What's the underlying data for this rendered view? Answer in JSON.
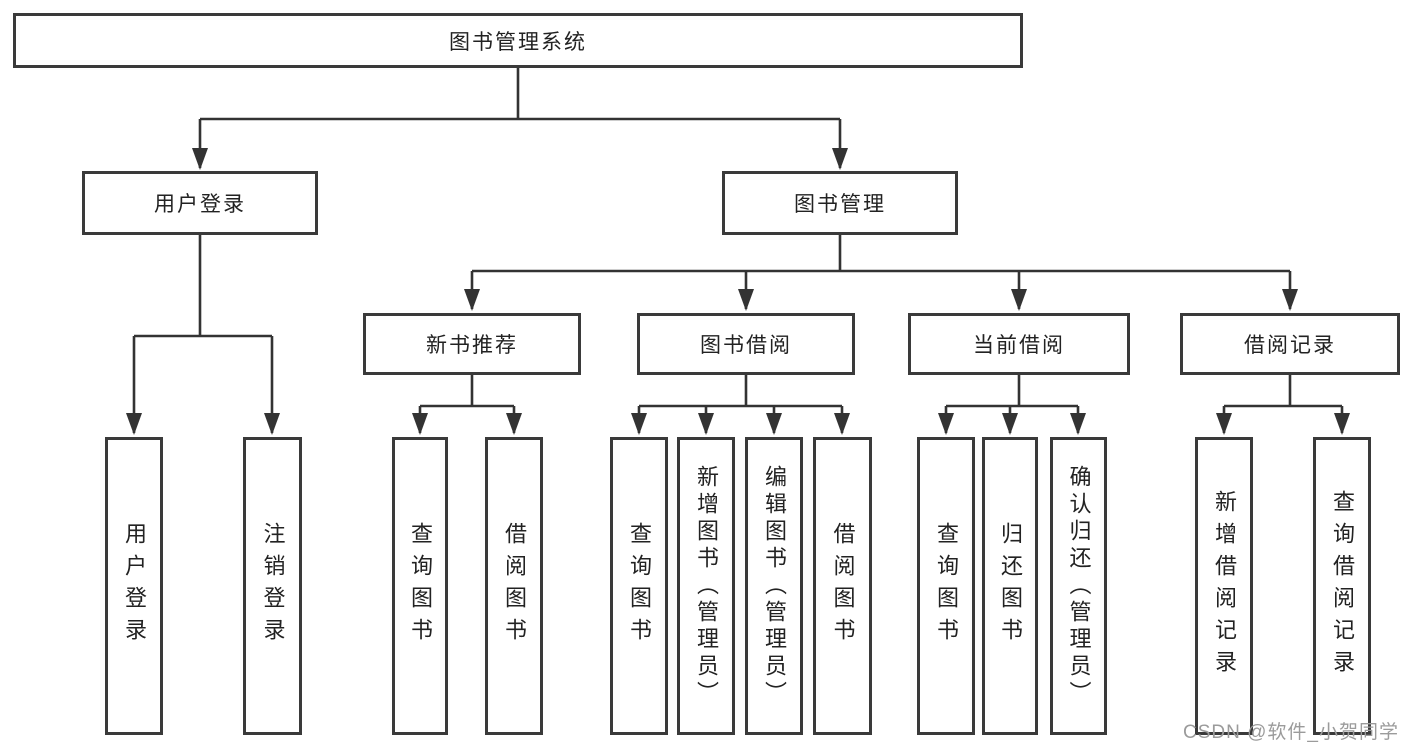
{
  "title": "图书管理系统",
  "branches": [
    {
      "label": "用户登录",
      "children": [
        "用户登录",
        "注销登录"
      ]
    },
    {
      "label": "图书管理",
      "groups": [
        {
          "label": "新书推荐",
          "children": [
            "查询图书",
            "借阅图书"
          ]
        },
        {
          "label": "图书借阅",
          "children": [
            "查询图书",
            "新增图书（管理员）",
            "编辑图书（管理员）",
            "借阅图书"
          ]
        },
        {
          "label": "当前借阅",
          "children": [
            "查询图书",
            "归还图书",
            "确认归还（管理员）"
          ]
        },
        {
          "label": "借阅记录",
          "children": [
            "新增借阅记录",
            "查询借阅记录"
          ]
        }
      ]
    }
  ],
  "watermark": "CSDN @软件_小贺同学",
  "colors": {
    "line": "#333333",
    "box_border": "#3a3a3a",
    "box_background": "#ffffff",
    "text": "#222222",
    "watermark": "#9b9b9b"
  }
}
